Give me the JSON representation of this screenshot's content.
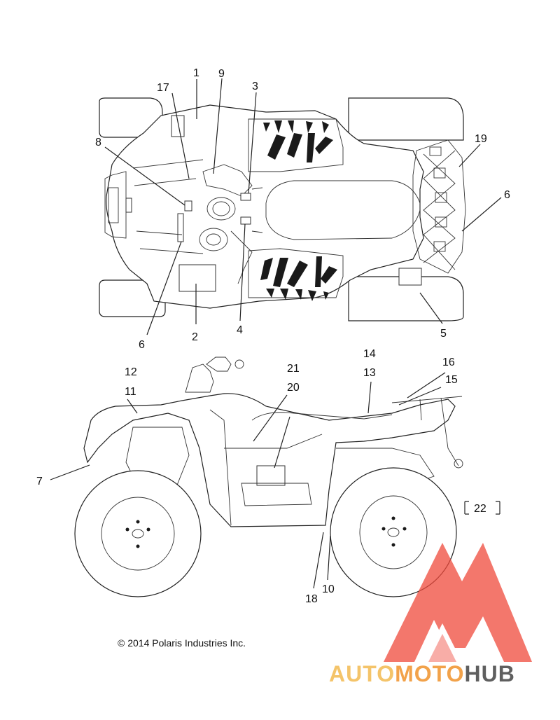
{
  "callouts": [
    "1",
    "2",
    "3",
    "4",
    "5",
    "6",
    "7",
    "8",
    "9",
    "10",
    "11",
    "12",
    "13",
    "14",
    "15",
    "16",
    "17",
    "18",
    "19",
    "20",
    "21",
    "22"
  ],
  "ref_box_label": "22",
  "copyright": "© 2014 Polaris Industries Inc.",
  "watermark": {
    "part1": "AUTO",
    "part2": "MOTO",
    "part3": "HUB",
    "colors": {
      "accent_red": "#f04a3c",
      "accent_orange": "#f2a24a",
      "accent_yellow": "#f4c46a",
      "gray": "#5f5f5f"
    }
  }
}
